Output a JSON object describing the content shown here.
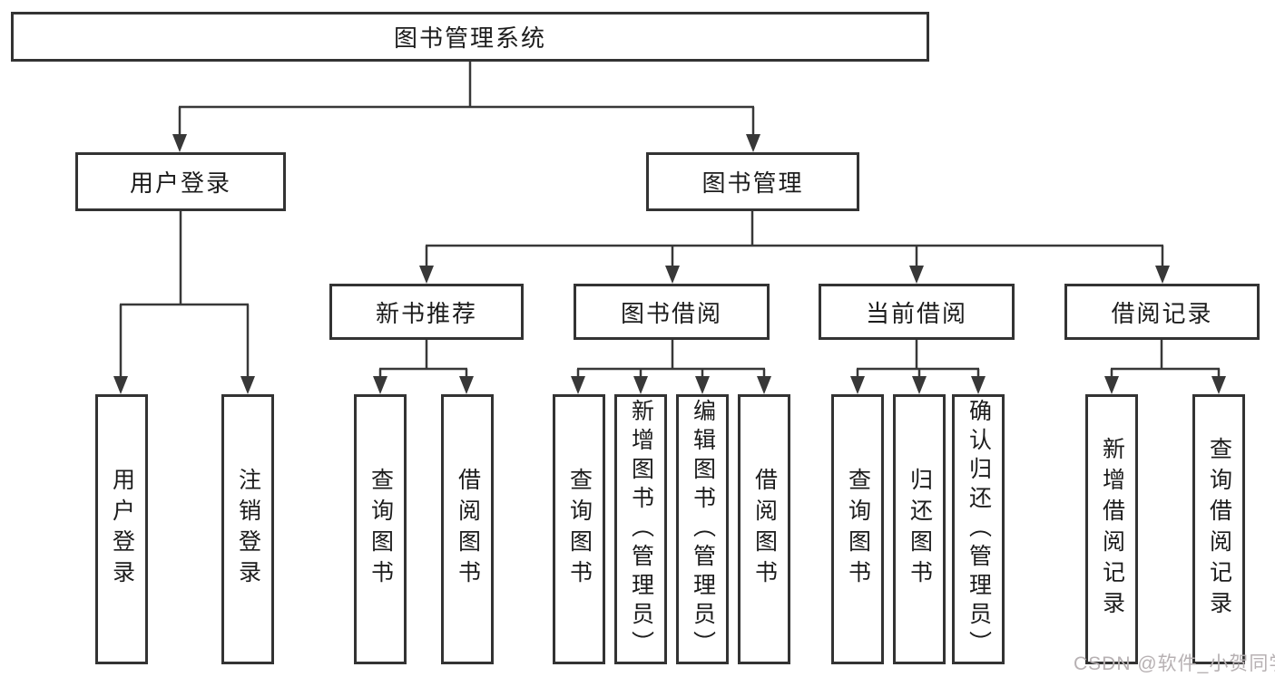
{
  "diagram": {
    "title": "图书管理系统",
    "root": {
      "label": "图书管理系统"
    },
    "level2": [
      {
        "label": "用户登录",
        "parent": "图书管理系统"
      },
      {
        "label": "图书管理",
        "parent": "图书管理系统"
      }
    ],
    "level3": [
      {
        "label": "新书推荐",
        "parent": "图书管理"
      },
      {
        "label": "图书借阅",
        "parent": "图书管理"
      },
      {
        "label": "当前借阅",
        "parent": "图书管理"
      },
      {
        "label": "借阅记录",
        "parent": "图书管理"
      }
    ],
    "leaves": [
      {
        "label": "用户登录",
        "parent": "用户登录"
      },
      {
        "label": "注销登录",
        "parent": "用户登录"
      },
      {
        "label": "查询图书",
        "parent": "新书推荐"
      },
      {
        "label": "借阅图书",
        "parent": "新书推荐"
      },
      {
        "label": "查询图书",
        "parent": "图书借阅"
      },
      {
        "label": "新增图书（管理员）",
        "parent": "图书借阅"
      },
      {
        "label": "编辑图书（管理员）",
        "parent": "图书借阅"
      },
      {
        "label": "借阅图书",
        "parent": "图书借阅"
      },
      {
        "label": "查询图书",
        "parent": "当前借阅"
      },
      {
        "label": "归还图书",
        "parent": "当前借阅"
      },
      {
        "label": "确认归还（管理员）",
        "parent": "当前借阅"
      },
      {
        "label": "新增借阅记录",
        "parent": "借阅记录"
      },
      {
        "label": "查询借阅记录",
        "parent": "借阅记录"
      }
    ],
    "watermark": {
      "text": "CSDN @软件_小贺同学"
    },
    "colors": {
      "line": "#383838",
      "box_border": "#333333",
      "text": "#1c1c1c",
      "watermark": "#b7b1b3",
      "background": "#ffffff"
    }
  }
}
